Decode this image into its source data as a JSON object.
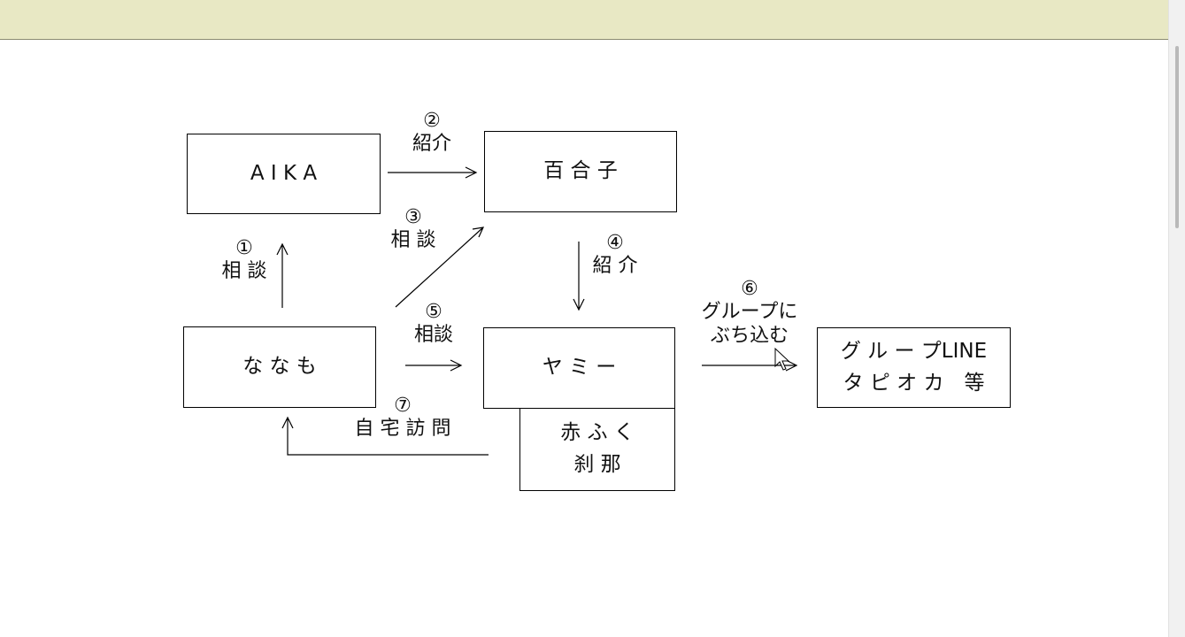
{
  "nodes": {
    "aika": "A I K A",
    "yuriko": "百 合 子",
    "nanamo": "な な も",
    "yami": "ヤ ミ ー",
    "akafuku_line1": "赤 ふ く",
    "akafuku_line2": "刹 那",
    "group_line1": "グ ル ー プLINE",
    "group_line2": "タ ピ オ カ　等"
  },
  "edges": [
    {
      "num": "①",
      "text": "相 談"
    },
    {
      "num": "②",
      "text": "紹介"
    },
    {
      "num": "③",
      "text": "相 談"
    },
    {
      "num": "④",
      "text": "紹 介"
    },
    {
      "num": "⑤",
      "text": "相談"
    },
    {
      "num": "⑥",
      "text_line1": "グループに",
      "text_line2": "ぶち込む"
    },
    {
      "num": "⑦",
      "text": "自 宅 訪 問"
    }
  ],
  "icons": {
    "cursor": "arrow-cursor-icon"
  }
}
